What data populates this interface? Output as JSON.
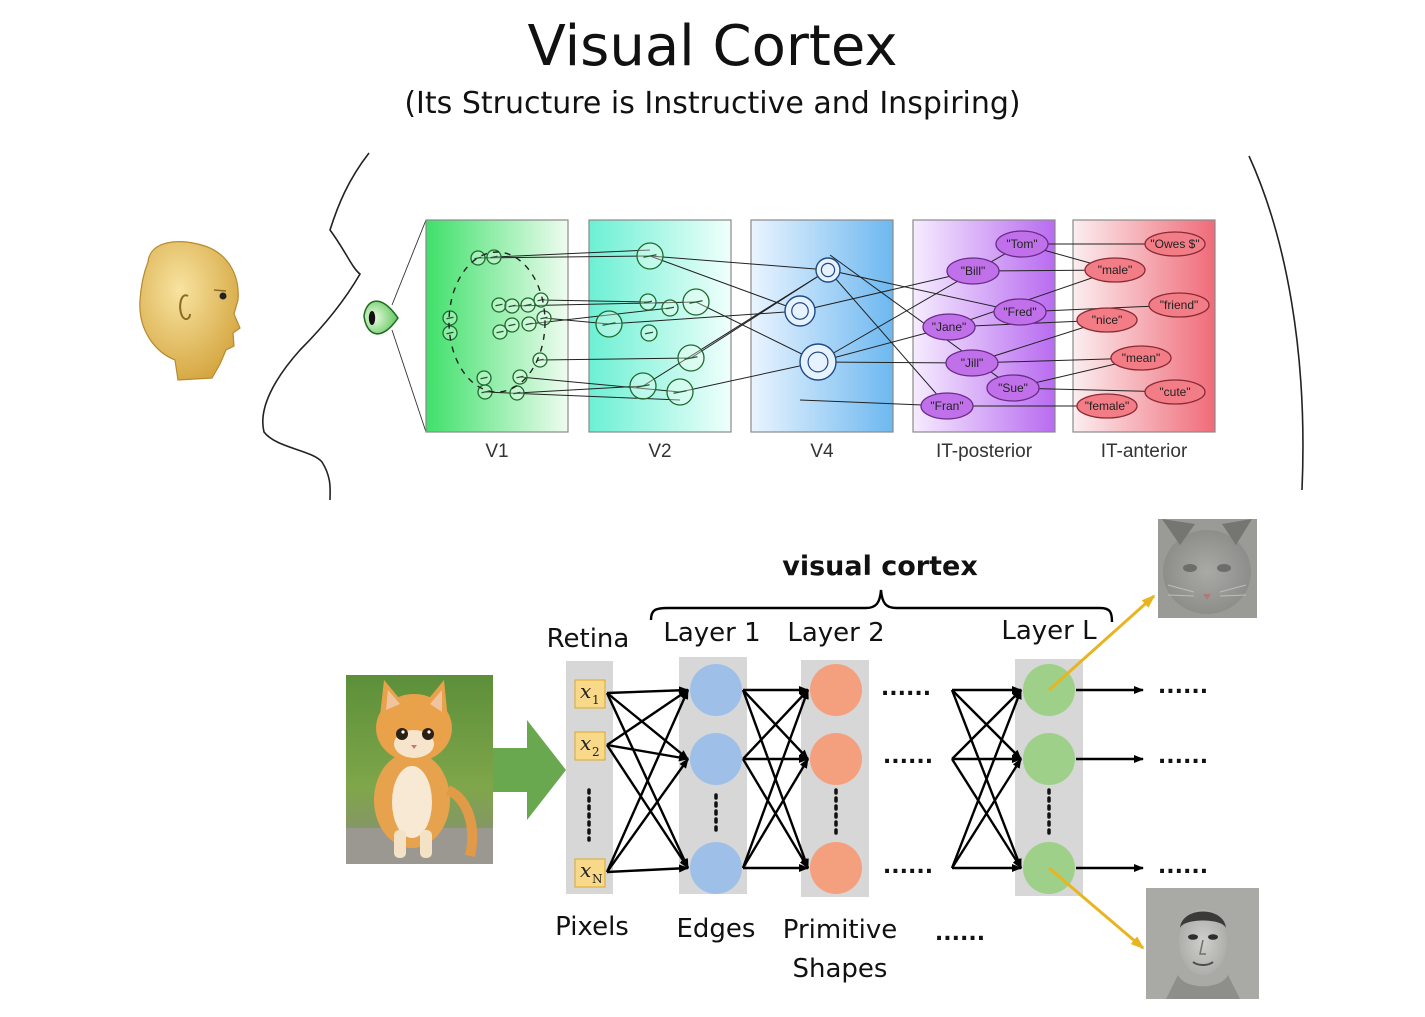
{
  "title": "Visual Cortex",
  "subtitle": "(Its Structure is Instructive and Inspiring)",
  "top_panel": {
    "areas": [
      {
        "label": "V1",
        "color_start": "#3fe06a",
        "color_end": "#eefcf0"
      },
      {
        "label": "V2",
        "color_start": "#6cf0d4",
        "color_end": "#f0fffb"
      },
      {
        "label": "V4",
        "color_start": "#eaf4ff",
        "color_end": "#6db8f0"
      },
      {
        "label": "IT-posterior",
        "color_start": "#f6ecff",
        "color_end": "#b86bf0"
      },
      {
        "label": "IT-anterior",
        "color_start": "#fbeef0",
        "color_end": "#f06b78"
      }
    ],
    "it_posterior_ovals": [
      "\"Tom\"",
      "\"Bill\"",
      "\"Fred\"",
      "\"Jane\"",
      "\"Jill\"",
      "\"Sue\"",
      "\"Fran\""
    ],
    "it_anterior_ovals": [
      "\"Owes $\"",
      "\"male\"",
      "\"friend\"",
      "\"nice\"",
      "\"mean\"",
      "\"cute\"",
      "\"female\""
    ]
  },
  "bottom_panel": {
    "header": "visual cortex",
    "retina_label": "Retina",
    "layer_labels": [
      "Layer 1",
      "Layer 2",
      "Layer L"
    ],
    "inputs": {
      "symbol": "x",
      "subs": [
        "1",
        "2",
        "N"
      ]
    },
    "dots": "......",
    "vdots": "......",
    "bottom_labels": {
      "pixels": "Pixels",
      "edges": "Edges",
      "primitive_line1": "Primitive",
      "primitive_line2": "Shapes",
      "more": "......"
    },
    "colors": {
      "input_box": "#f8d889",
      "layer1": "#9ec0e8",
      "layer2": "#f4a07e",
      "layerL": "#9ed08a",
      "column_bg": "#d7d7d7",
      "arrow_green": "#6aa84f",
      "arrow_yellow": "#e8b520"
    }
  }
}
